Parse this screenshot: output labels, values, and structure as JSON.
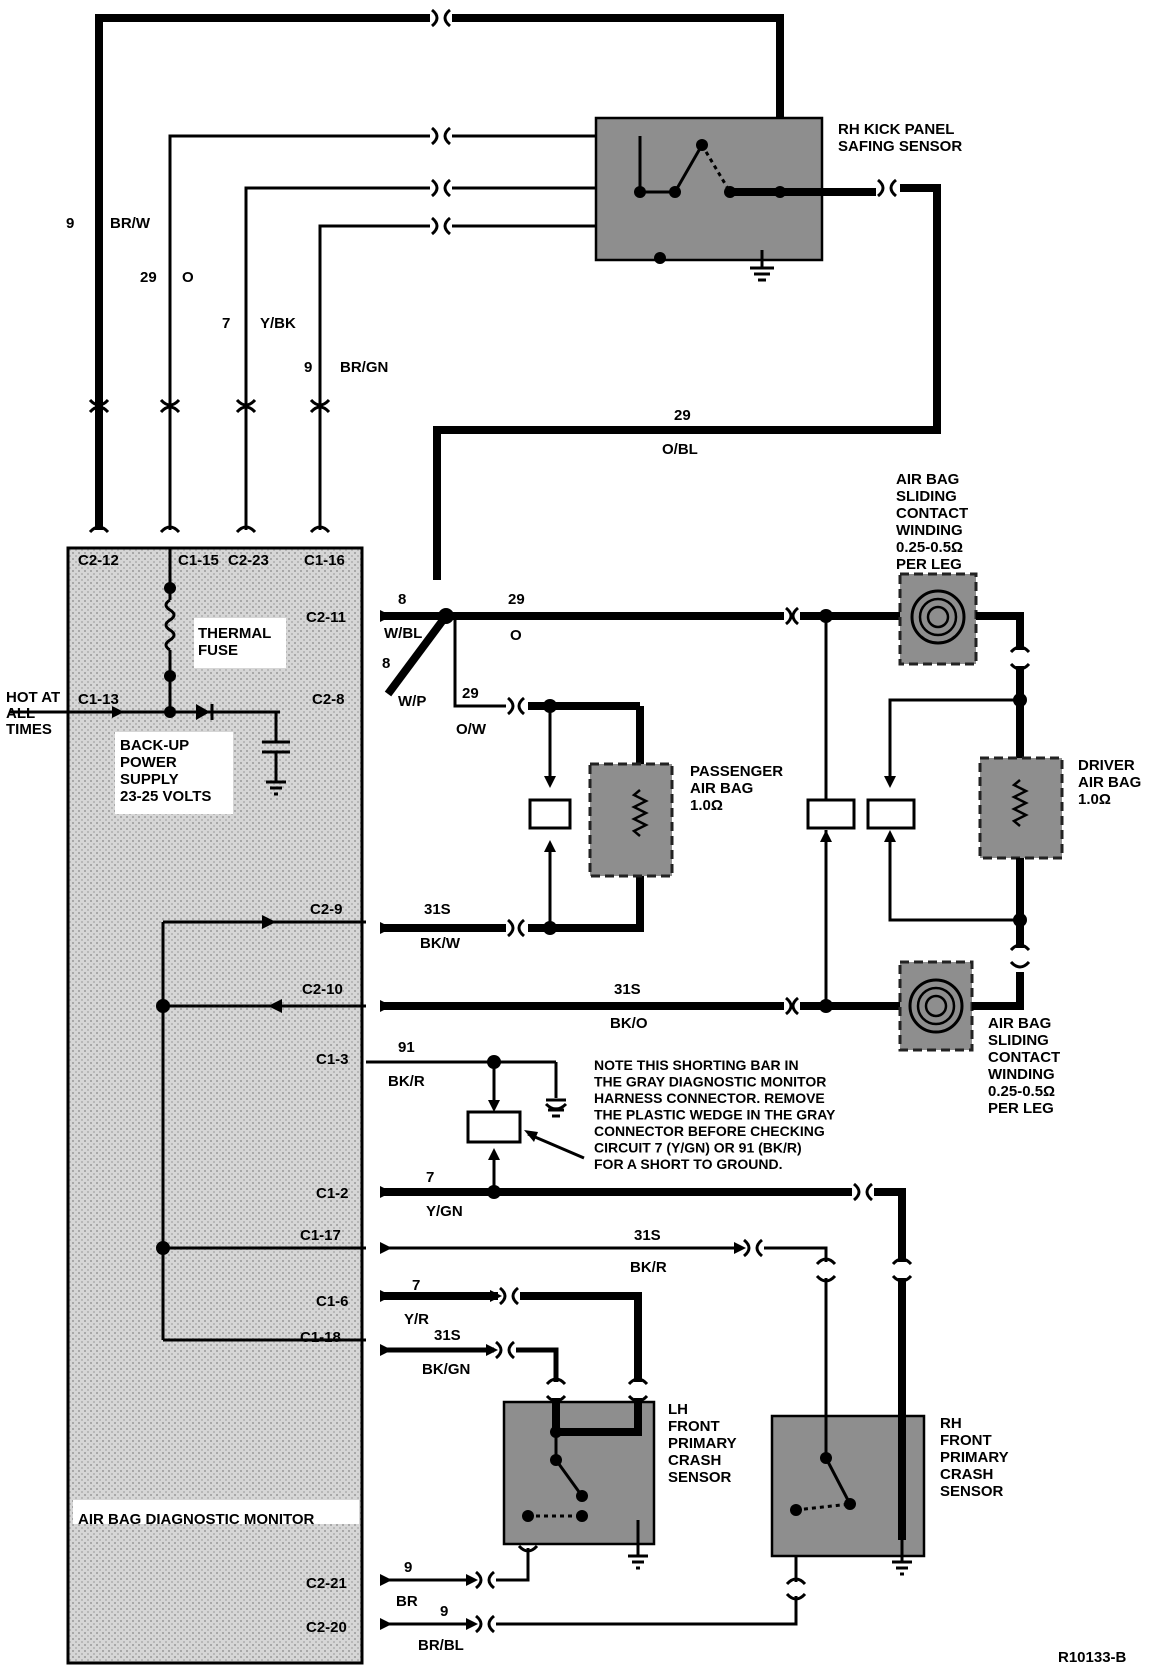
{
  "module": {
    "title": "AIR BAG DIAGNOSTIC MONITOR",
    "thermal_fuse": "THERMAL\nFUSE",
    "backup_supply": "BACK-UP\nPOWER\nSUPPLY\n23-25 VOLTS",
    "hot_at_all_times": "HOT AT\nALL\nTIMES"
  },
  "pins": {
    "c2_12": "C2-12",
    "c1_15": "C1-15",
    "c2_23": "C2-23",
    "c1_16": "C1-16",
    "c2_11": "C2-11",
    "c1_13": "C1-13",
    "c2_8": "C2-8",
    "c2_9": "C2-9",
    "c2_10": "C2-10",
    "c1_3": "C1-3",
    "c1_2": "C1-2",
    "c1_17": "C1-17",
    "c1_6": "C1-6",
    "c1_18": "C1-18",
    "c2_21": "C2-21",
    "c2_20": "C2-20"
  },
  "wires": {
    "top_brw_num": "9",
    "top_brw_color": "BR/W",
    "top_o_num": "29",
    "top_o_color": "O",
    "top_ybk_num": "7",
    "top_ybk_color": "Y/BK",
    "top_brgn_num": "9",
    "top_brgn_color": "BR/GN",
    "obl_num": "29",
    "obl_color": "O/BL",
    "wbl_num": "8",
    "wbl_color": "W/BL",
    "o_num": "29",
    "o_color": "O",
    "wp_num": "8",
    "wp_color": "W/P",
    "ow_num": "29",
    "ow_color": "O/W",
    "bkw_num": "31S",
    "bkw_color": "BK/W",
    "bko_num": "31S",
    "bko_color": "BK/O",
    "bkr91_num": "91",
    "bkr91_color": "BK/R",
    "ygn_num": "7",
    "ygn_color": "Y/GN",
    "bkr31_num": "31S",
    "bkr31_color": "BK/R",
    "yr_num": "7",
    "yr_color": "Y/R",
    "bkgn_num": "31S",
    "bkgn_color": "BK/GN",
    "br_num": "9",
    "br_color": "BR",
    "brbl_num": "9",
    "brbl_color": "BR/BL"
  },
  "components": {
    "rh_safing": "RH KICK PANEL\nSAFING SENSOR",
    "sliding_top": "AIR BAG\nSLIDING\nCONTACT\nWINDING\n0.25-0.5Ω\nPER LEG",
    "sliding_bottom": "AIR BAG\nSLIDING\nCONTACT\nWINDING\n0.25-0.5Ω\nPER LEG",
    "passenger": "PASSENGER\nAIR BAG\n1.0Ω",
    "driver": "DRIVER\nAIR BAG\n1.0Ω",
    "lh_crash": "LH\nFRONT\nPRIMARY\nCRASH\nSENSOR",
    "rh_crash": "RH\nFRONT\nPRIMARY\nCRASH\nSENSOR"
  },
  "note": "NOTE THIS SHORTING BAR IN\nTHE GRAY DIAGNOSTIC MONITOR\nHARNESS CONNECTOR. REMOVE\nTHE PLASTIC WEDGE IN THE GRAY\nCONNECTOR BEFORE CHECKING\nCIRCUIT 7 (Y/GN) OR 91 (BK/R)\nFOR A SHORT TO GROUND.",
  "figure_id": "R10133-B"
}
